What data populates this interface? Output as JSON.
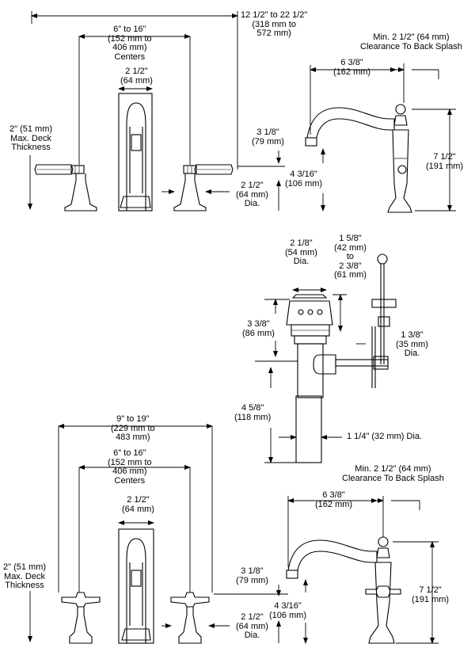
{
  "top": {
    "overall_width": "12 1/2\" to 22 1/2\"\n(318 mm to\n572 mm)",
    "centers": "6\" to 16\"\n(152 mm to\n406 mm)\nCenters",
    "spout_base": "2 1/2\"\n(64 mm)",
    "deck_thickness": "2\" (51 mm)\nMax. Deck\nThickness",
    "handle_dia": "2 1/2\"\n(64 mm)\nDia.",
    "spout_clearance_height": "3 1/8\"\n(79 mm)",
    "aerator_height": "4 3/16\"\n(106 mm)",
    "reach": "6 3/8\"\n(162 mm)",
    "backsplash": "Min. 2 1/2\" (64 mm)\nClearance To Back Splash",
    "height": "7 1/2\"\n(191 mm)"
  },
  "drain": {
    "stopper_dia": "2 1/8\"\n(54 mm)\nDia.",
    "lift_rod": "1 5/8\"\n(42 mm)\nto\n2 3/8\"\n(61 mm)",
    "body_height": "3 3/8\"\n(86 mm)",
    "flange_dia": "1 3/8\"\n(35 mm)\nDia.",
    "tailpiece_length": "4 5/8\"\n(118 mm)",
    "tailpiece_dia": "1 1/4\" (32 mm) Dia."
  },
  "bottom": {
    "overall_width": "9\" to 19\"\n(229 mm to\n483 mm)",
    "centers": "6\" to 16\"\n(152 mm to\n406 mm)\nCenters",
    "spout_base": "2 1/2\"\n(64 mm)",
    "deck_thickness": "2\" (51 mm)\nMax. Deck\nThickness",
    "handle_dia": "2 1/2\"\n(64 mm)\nDia.",
    "spout_clearance_height": "3 1/8\"\n(79 mm)",
    "aerator_height": "4 3/16\"\n(106 mm)",
    "reach": "6 3/8\"\n(162 mm)",
    "backsplash": "Min. 2 1/2\" (64 mm)\nClearance To Back Splash",
    "height": "7 1/2\"\n(191 mm)"
  }
}
